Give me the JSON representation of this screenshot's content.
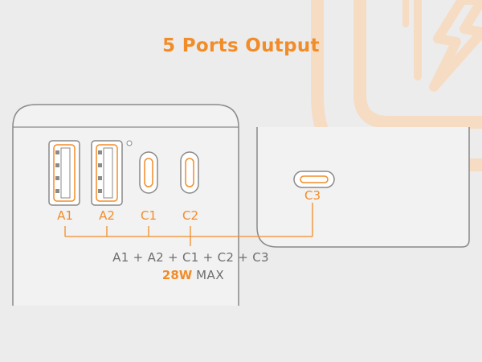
{
  "title": "5 Ports Output",
  "ports": {
    "a1": "A1",
    "a2": "A2",
    "c1": "C1",
    "c2": "C2",
    "c3": "C3"
  },
  "formula": "A1 +  A2 + C1 + C2 + C3",
  "max": {
    "watt": "28W",
    "label": "MAX"
  },
  "colors": {
    "accent": "#f28c28",
    "outline": "#8a8a8a",
    "background": "#ececec",
    "device": "#f2f2f2",
    "watermark": "#f6dcc3"
  },
  "icons": [
    "lightning-bolt-icon",
    "usb-a-port-icon",
    "usb-c-port-icon"
  ]
}
